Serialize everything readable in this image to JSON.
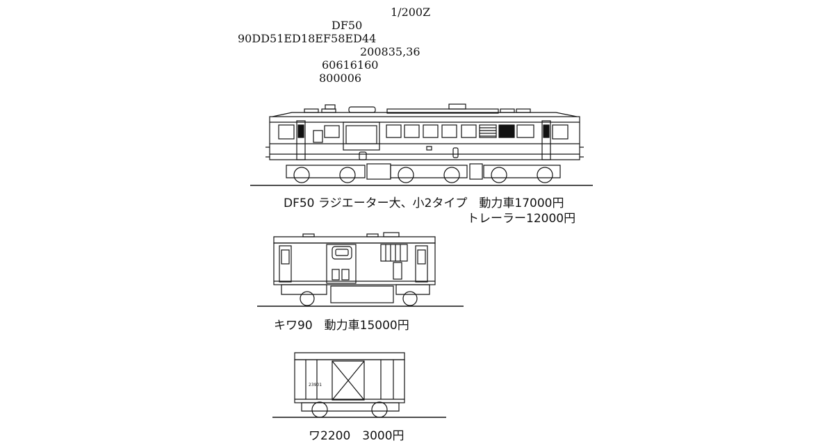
{
  "header": {
    "line1": "1/200Z",
    "line2": "DF50",
    "line3": "90DD51ED18EF58ED44",
    "line4": "200835,36",
    "line5": "60616160",
    "line6": "800006"
  },
  "items": [
    {
      "caption_line1": "DF50 ラジエーター大、小2タイプ　動力車17000円",
      "caption_line2": "トレーラー12000円"
    },
    {
      "caption_line1": "キワ90　動力車15000円"
    },
    {
      "caption_line1": "ワ2200　3000円",
      "car_number": "23901"
    }
  ]
}
